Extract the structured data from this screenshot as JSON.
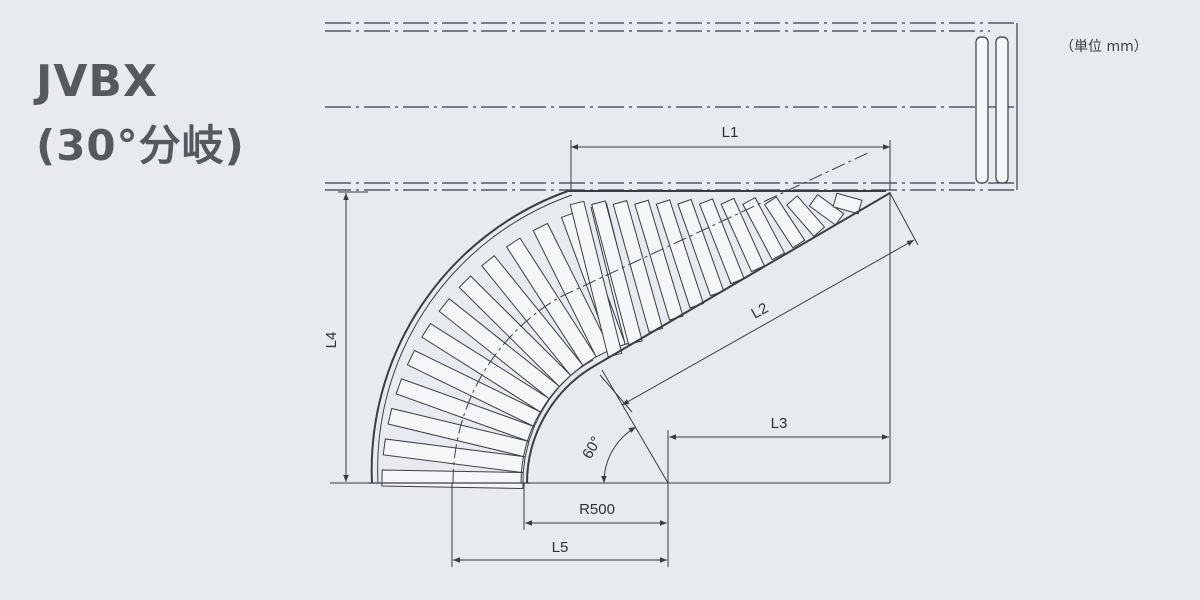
{
  "title": {
    "main": "JVBX",
    "sub": "(30°分岐)"
  },
  "unit_note": "（単位 mm）",
  "dimensions": {
    "l1": "L1",
    "l2": "L2",
    "l3": "L3",
    "l4": "L4",
    "l5": "L5",
    "radius": "R500",
    "angle": "60°"
  },
  "colors": {
    "background": "#e7ebef",
    "line": "#3a3e43",
    "roller_fill": "#f4f6f8",
    "title": "#555a5f"
  }
}
